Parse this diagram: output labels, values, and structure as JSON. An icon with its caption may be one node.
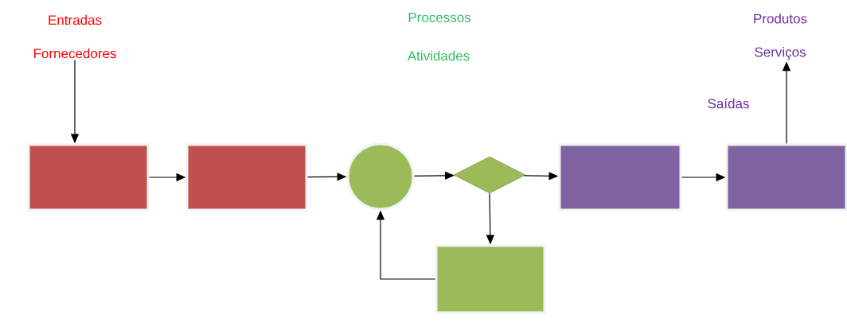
{
  "diagram": {
    "nodes": [
      {
        "text": [
          "Entradas",
          "Fornecedores"
        ]
      },
      {
        "text": [],
        "shape": "box"
      },
      {
        "text": [],
        "shape": "box"
      },
      {
        "text": [],
        "shape": "circle"
      },
      {
        "text": [],
        "shape": "diamond"
      },
      {
        "text": [],
        "shape": "box"
      },
      {
        "text": [],
        "shape": "box"
      },
      {
        "text": [],
        "shape": "box"
      },
      {
        "text": [
          "Produtos",
          "Serviços"
        ]
      }
    ],
    "edges": [
      {
        "from": 0,
        "to": 1,
        "arrow": "to"
      },
      {
        "from": 1,
        "to": 2,
        "arrow": "to"
      },
      {
        "from": 2,
        "to": 3,
        "arrow": "to"
      },
      {
        "from": 3,
        "to": 4,
        "arrow": "to"
      },
      {
        "from": 4,
        "to": 5,
        "arrow": "to"
      },
      {
        "from": 5,
        "to": 6,
        "arrow": "to"
      },
      {
        "from": 4,
        "to": 7,
        "arrow": "to"
      },
      {
        "from": 7,
        "to": 3,
        "arrow": "to"
      },
      {
        "from": 6,
        "to": 8,
        "arrow": "to"
      }
    ],
    "labels": [
      "Processos",
      "Atividades",
      "Saídas"
    ]
  }
}
